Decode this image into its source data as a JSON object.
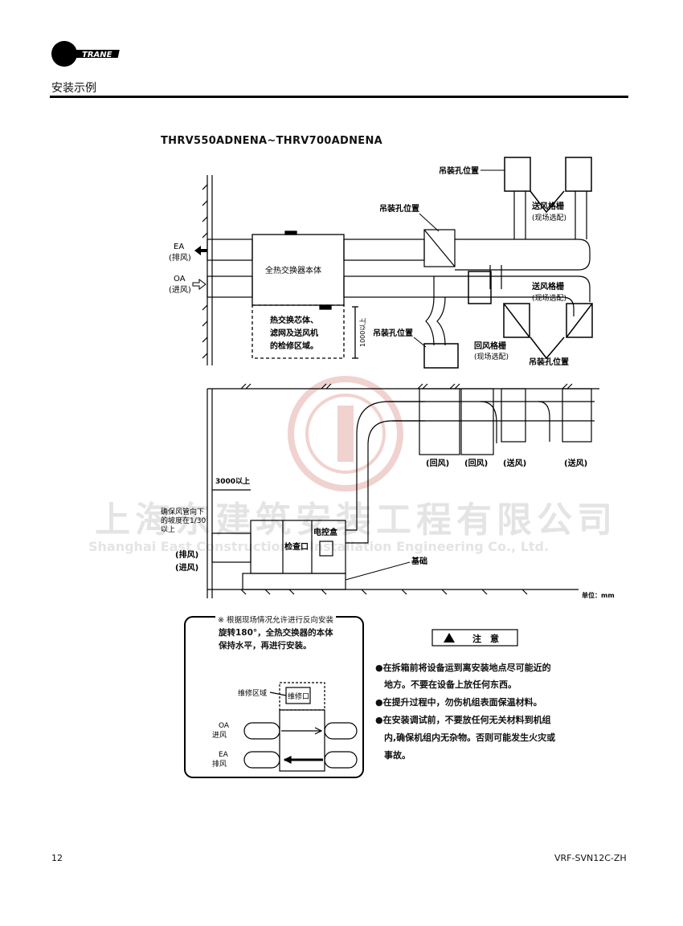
{
  "header": {
    "logo_text": "TRANE",
    "section_title": "安装示例"
  },
  "model_title": "THRV550ADNENA~THRV700ADNENA",
  "top_diagram": {
    "ea_label": "EA",
    "ea_sub": "(排风)",
    "oa_label": "OA",
    "oa_sub": "(进风)",
    "unit_label": "全热交换器本体",
    "service_area_lines": [
      "热交换芯体、",
      "滤网及送风机",
      "的检修区域。"
    ],
    "clearance": "1000以上",
    "hanger_top": "吊装孔位置",
    "hanger_mid": "吊装孔位置",
    "hanger_low": "吊装孔位置",
    "hanger_right": "吊装孔位置",
    "supply_grille_1": "送风格栅",
    "supply_grille_1_sub": "(现场选配)",
    "supply_grille_2": "送风格栅",
    "supply_grille_2_sub": "(现场选配)",
    "return_grille": "回风格栅",
    "return_grille_sub": "(现场选配)"
  },
  "bottom_diagram": {
    "distance": "3000以上",
    "slope_lines": [
      "确保风管向下",
      "的坡度在1/30",
      "以上"
    ],
    "exhaust": "(排风)",
    "intake": "(进风)",
    "inspection_port": "检查口",
    "control_box": "电控盒",
    "foundation": "基础",
    "outlets": [
      "(回风)",
      "(回风)",
      "(送风)",
      "(送风)"
    ],
    "unit": "单位：mm"
  },
  "reverse_box": {
    "lines": [
      "※ 根据现场情况允许进行反向安装",
      "旋转180°，全热交换器的本体",
      "保持水平，再进行安装。"
    ],
    "service_area": "维修区域",
    "service_port": "维修口",
    "oa_label": "OA",
    "oa_sub": "进风",
    "ea_label": "EA",
    "ea_sub": "排风"
  },
  "caution": {
    "title": "注　意",
    "items": [
      [
        "●在拆箱前将设备运到离安装地点尽可能近的",
        "　地方。不要在设备上放任何东西。"
      ],
      [
        "●在提升过程中，勿伤机组表面保温材料。"
      ],
      [
        "●在安装调试前，不要放任何无关材料到机组",
        "　内,确保机组内无杂物。否则可能发生火灾或",
        "　事故。"
      ]
    ]
  },
  "watermark": {
    "cn": "上海东建筑安装工程有限公司",
    "en": "Shanghai East Construction & Installation Engineering Co., Ltd."
  },
  "footer": {
    "page_number": "12",
    "doc_code": "VRF-SVN12C-ZH"
  }
}
